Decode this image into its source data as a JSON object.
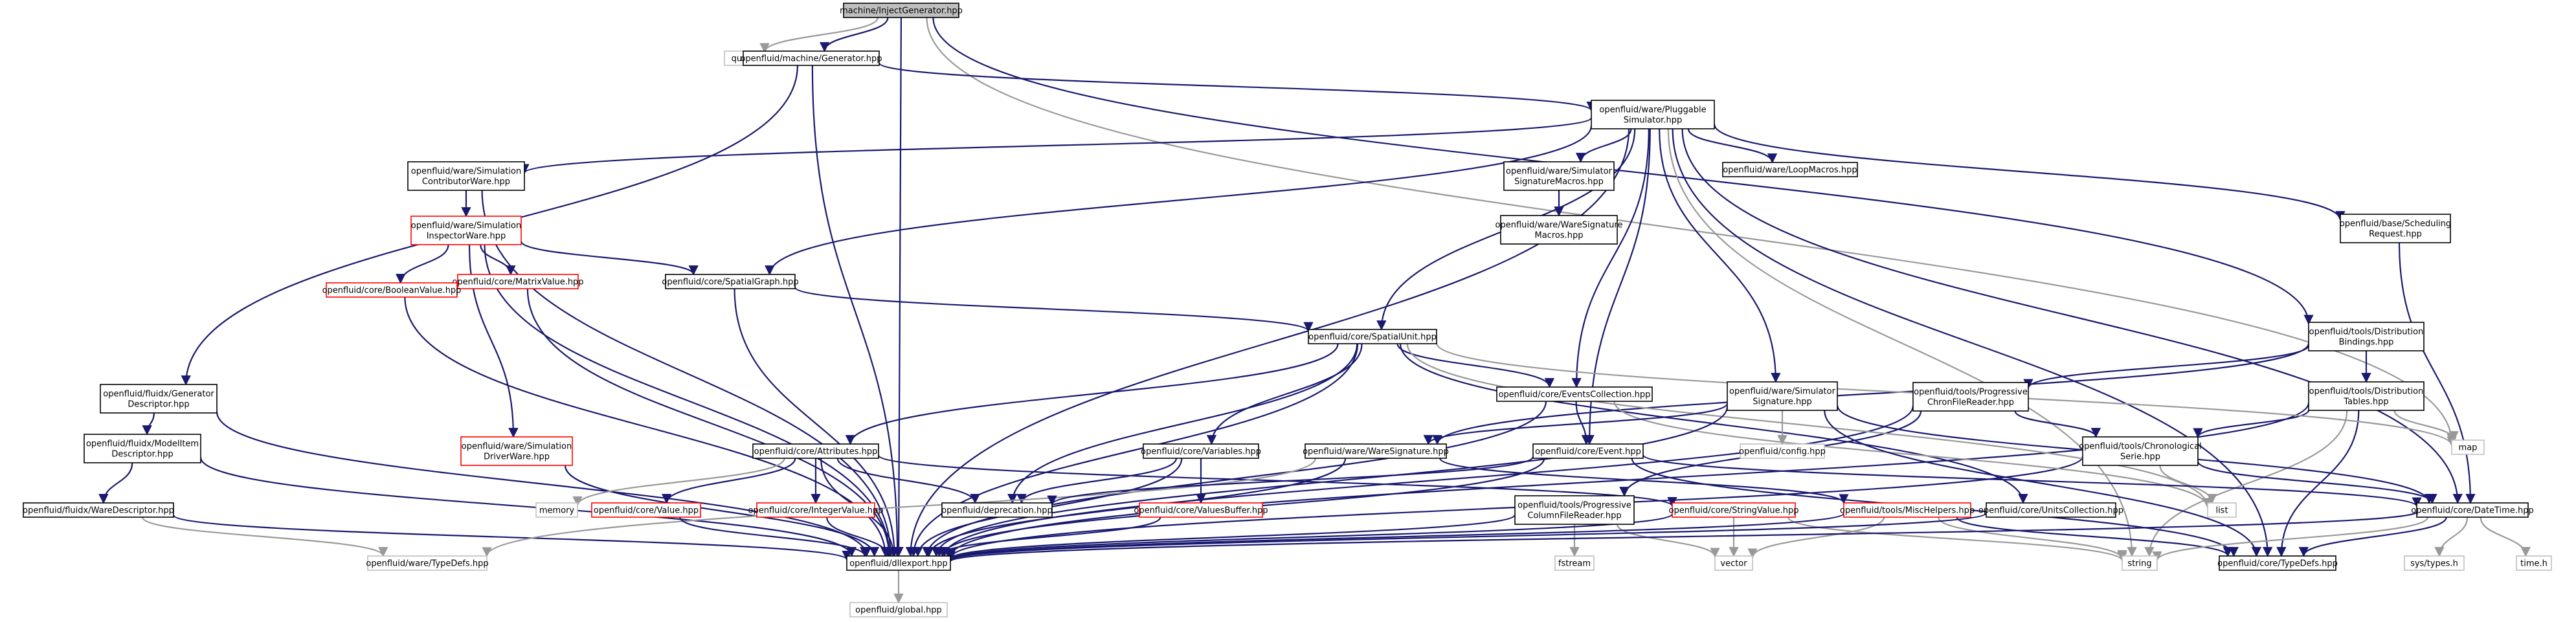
{
  "graph": {
    "colors": {
      "edge": "#191970",
      "edge_gray": "#999999",
      "node_border": "#000000",
      "node_red": "#ff0000",
      "node_gray": "#bfbfbf",
      "root_fill": "#bfbfbf"
    },
    "nodes": [
      {
        "id": "root",
        "kind": "root",
        "lines": [
          "machine/InjectGenerator.hpp"
        ]
      },
      {
        "id": "queue",
        "kind": "gray",
        "lines": [
          "queue"
        ]
      },
      {
        "id": "gen",
        "kind": "normal",
        "lines": [
          "openfluid/machine/Generator.hpp"
        ]
      },
      {
        "id": "plug",
        "kind": "normal",
        "lines": [
          "openfluid/ware/Pluggable",
          "Simulator.hpp"
        ]
      },
      {
        "id": "gendesc",
        "kind": "normal",
        "lines": [
          "openfluid/fluidx/Generator",
          "Descriptor.hpp"
        ]
      },
      {
        "id": "modelitem",
        "kind": "normal",
        "lines": [
          "openfluid/fluidx/ModelItem",
          "Descriptor.hpp"
        ]
      },
      {
        "id": "waredesc",
        "kind": "normal",
        "lines": [
          "openfluid/fluidx/WareDescriptor.hpp"
        ]
      },
      {
        "id": "contrib",
        "kind": "normal",
        "lines": [
          "openfluid/ware/Simulation",
          "ContributorWare.hpp"
        ]
      },
      {
        "id": "inspector",
        "kind": "red",
        "lines": [
          "openfluid/ware/Simulation",
          "InspectorWare.hpp"
        ]
      },
      {
        "id": "matrix",
        "kind": "red",
        "lines": [
          "openfluid/core/MatrixValue.hpp"
        ]
      },
      {
        "id": "boolean",
        "kind": "red",
        "lines": [
          "openfluid/core/BooleanValue.hpp"
        ]
      },
      {
        "id": "driver",
        "kind": "red",
        "lines": [
          "openfluid/ware/Simulation",
          "DriverWare.hpp"
        ]
      },
      {
        "id": "spatialgraph",
        "kind": "normal",
        "lines": [
          "openfluid/core/SpatialGraph.hpp"
        ]
      },
      {
        "id": "sigmacros",
        "kind": "normal",
        "lines": [
          "openfluid/ware/Simulator",
          "SignatureMacros.hpp"
        ]
      },
      {
        "id": "waresigmacros",
        "kind": "normal",
        "lines": [
          "openfluid/ware/WareSignature",
          "Macros.hpp"
        ]
      },
      {
        "id": "loopmacros",
        "kind": "normal",
        "lines": [
          "openfluid/ware/LoopMacros.hpp"
        ]
      },
      {
        "id": "schedreq",
        "kind": "normal",
        "lines": [
          "openfluid/base/Scheduling",
          "Request.hpp"
        ]
      },
      {
        "id": "distbind",
        "kind": "normal",
        "lines": [
          "openfluid/tools/Distribution",
          "Bindings.hpp"
        ]
      },
      {
        "id": "disttables",
        "kind": "normal",
        "lines": [
          "openfluid/tools/Distribution",
          "Tables.hpp"
        ]
      },
      {
        "id": "progchron",
        "kind": "normal",
        "lines": [
          "openfluid/tools/Progressive",
          "ChronFileReader.hpp"
        ]
      },
      {
        "id": "chronoser",
        "kind": "normal",
        "lines": [
          "openfluid/tools/Chronological",
          "Serie.hpp"
        ]
      },
      {
        "id": "map",
        "kind": "gray",
        "lines": [
          "map"
        ]
      },
      {
        "id": "spatialunit",
        "kind": "normal",
        "lines": [
          "openfluid/core/SpatialUnit.hpp"
        ]
      },
      {
        "id": "eventscoll",
        "kind": "normal",
        "lines": [
          "openfluid/core/EventsCollection.hpp"
        ]
      },
      {
        "id": "simsig",
        "kind": "normal",
        "lines": [
          "openfluid/ware/Simulator",
          "Signature.hpp"
        ]
      },
      {
        "id": "attributes",
        "kind": "normal",
        "lines": [
          "openfluid/core/Attributes.hpp"
        ]
      },
      {
        "id": "variables",
        "kind": "normal",
        "lines": [
          "openfluid/core/Variables.hpp"
        ]
      },
      {
        "id": "waresig",
        "kind": "normal",
        "lines": [
          "openfluid/ware/WareSignature.hpp"
        ]
      },
      {
        "id": "event",
        "kind": "normal",
        "lines": [
          "openfluid/core/Event.hpp"
        ]
      },
      {
        "id": "config",
        "kind": "gray",
        "lines": [
          "openfluid/config.hpp"
        ]
      },
      {
        "id": "memory",
        "kind": "gray",
        "lines": [
          "memory"
        ]
      },
      {
        "id": "value",
        "kind": "red",
        "lines": [
          "openfluid/core/Value.hpp"
        ]
      },
      {
        "id": "integer",
        "kind": "red",
        "lines": [
          "openfluid/core/IntegerValue.hpp"
        ]
      },
      {
        "id": "valuesbuf",
        "kind": "red",
        "lines": [
          "openfluid/core/ValuesBuffer.hpp"
        ]
      },
      {
        "id": "deprecation",
        "kind": "normal",
        "lines": [
          "openfluid/deprecation.hpp"
        ]
      },
      {
        "id": "progcol",
        "kind": "normal",
        "lines": [
          "openfluid/tools/Progressive",
          "ColumnFileReader.hpp"
        ]
      },
      {
        "id": "stringval",
        "kind": "red",
        "lines": [
          "openfluid/core/StringValue.hpp"
        ]
      },
      {
        "id": "mischelp",
        "kind": "red",
        "lines": [
          "openfluid/tools/MiscHelpers.hpp"
        ]
      },
      {
        "id": "unitscoll",
        "kind": "normal",
        "lines": [
          "openfluid/core/UnitsCollection.hpp"
        ]
      },
      {
        "id": "list",
        "kind": "gray",
        "lines": [
          "list"
        ]
      },
      {
        "id": "datetime",
        "kind": "normal",
        "lines": [
          "openfluid/core/DateTime.hpp"
        ]
      },
      {
        "id": "waretypedefs",
        "kind": "gray",
        "lines": [
          "openfluid/ware/TypeDefs.hpp"
        ]
      },
      {
        "id": "dllexport",
        "kind": "normal",
        "lines": [
          "openfluid/dllexport.hpp"
        ]
      },
      {
        "id": "fstream",
        "kind": "gray",
        "lines": [
          "fstream"
        ]
      },
      {
        "id": "vector",
        "kind": "gray",
        "lines": [
          "vector"
        ]
      },
      {
        "id": "string",
        "kind": "gray",
        "lines": [
          "string"
        ]
      },
      {
        "id": "coretypedefs",
        "kind": "normal",
        "lines": [
          "openfluid/core/TypeDefs.hpp"
        ]
      },
      {
        "id": "systypes",
        "kind": "gray",
        "lines": [
          "sys/types.h"
        ]
      },
      {
        "id": "timeh",
        "kind": "gray",
        "lines": [
          "time.h"
        ]
      },
      {
        "id": "global",
        "kind": "gray",
        "lines": [
          "openfluid/global.hpp"
        ]
      }
    ],
    "edges": [
      [
        "root",
        "queue"
      ],
      [
        "root",
        "gen"
      ],
      [
        "root",
        "dllexport"
      ],
      [
        "root",
        "map"
      ],
      [
        "root",
        "distbind"
      ],
      [
        "gen",
        "plug"
      ],
      [
        "gen",
        "gendesc"
      ],
      [
        "gen",
        "dllexport"
      ],
      [
        "gendesc",
        "modelitem"
      ],
      [
        "gendesc",
        "dllexport"
      ],
      [
        "modelitem",
        "waredesc"
      ],
      [
        "modelitem",
        "dllexport"
      ],
      [
        "waredesc",
        "waretypedefs"
      ],
      [
        "waredesc",
        "dllexport"
      ],
      [
        "plug",
        "contrib"
      ],
      [
        "plug",
        "sigmacros"
      ],
      [
        "plug",
        "loopmacros"
      ],
      [
        "plug",
        "schedreq"
      ],
      [
        "plug",
        "spatialgraph"
      ],
      [
        "plug",
        "spatialunit"
      ],
      [
        "plug",
        "eventscoll"
      ],
      [
        "plug",
        "simsig"
      ],
      [
        "plug",
        "event"
      ],
      [
        "plug",
        "string"
      ],
      [
        "plug",
        "dllexport"
      ],
      [
        "plug",
        "coretypedefs"
      ],
      [
        "plug",
        "datetime"
      ],
      [
        "contrib",
        "inspector"
      ],
      [
        "contrib",
        "dllexport"
      ],
      [
        "inspector",
        "matrix"
      ],
      [
        "inspector",
        "boolean"
      ],
      [
        "inspector",
        "driver"
      ],
      [
        "inspector",
        "spatialgraph"
      ],
      [
        "inspector",
        "dllexport"
      ],
      [
        "matrix",
        "dllexport"
      ],
      [
        "boolean",
        "dllexport"
      ],
      [
        "driver",
        "dllexport"
      ],
      [
        "sigmacros",
        "waresigmacros"
      ],
      [
        "schedreq",
        "datetime"
      ],
      [
        "distbind",
        "disttables"
      ],
      [
        "distbind",
        "progchron"
      ],
      [
        "distbind",
        "waresig"
      ],
      [
        "disttables",
        "chronoser"
      ],
      [
        "disttables",
        "map"
      ],
      [
        "disttables",
        "coretypedefs"
      ],
      [
        "disttables",
        "string"
      ],
      [
        "disttables",
        "dllexport"
      ],
      [
        "progchron",
        "chronoser"
      ],
      [
        "progchron",
        "progcol"
      ],
      [
        "progchron",
        "dllexport"
      ],
      [
        "chronoser",
        "list"
      ],
      [
        "chronoser",
        "datetime"
      ],
      [
        "chronoser",
        "dllexport"
      ],
      [
        "spatialgraph",
        "spatialunit"
      ],
      [
        "spatialgraph",
        "dllexport"
      ],
      [
        "spatialunit",
        "eventscoll"
      ],
      [
        "spatialunit",
        "attributes"
      ],
      [
        "spatialunit",
        "variables"
      ],
      [
        "spatialunit",
        "unitscoll"
      ],
      [
        "spatialunit",
        "map"
      ],
      [
        "spatialunit",
        "deprecation"
      ],
      [
        "spatialunit",
        "dllexport"
      ],
      [
        "spatialunit",
        "list"
      ],
      [
        "eventscoll",
        "event"
      ],
      [
        "eventscoll",
        "dllexport"
      ],
      [
        "eventscoll",
        "list"
      ],
      [
        "simsig",
        "waresig"
      ],
      [
        "simsig",
        "config"
      ],
      [
        "simsig",
        "datetime"
      ],
      [
        "simsig",
        "dllexport"
      ],
      [
        "simsig",
        "coretypedefs"
      ],
      [
        "attributes",
        "memory"
      ],
      [
        "attributes",
        "value"
      ],
      [
        "attributes",
        "integer"
      ],
      [
        "attributes",
        "stringval"
      ],
      [
        "attributes",
        "dllexport"
      ],
      [
        "attributes",
        "deprecation"
      ],
      [
        "variables",
        "valuesbuf"
      ],
      [
        "variables",
        "dllexport"
      ],
      [
        "variables",
        "deprecation"
      ],
      [
        "waresig",
        "waretypedefs"
      ],
      [
        "waresig",
        "dllexport"
      ],
      [
        "waresig",
        "mischelp"
      ],
      [
        "event",
        "datetime"
      ],
      [
        "event",
        "deprecation"
      ],
      [
        "event",
        "dllexport"
      ],
      [
        "event",
        "coretypedefs"
      ],
      [
        "value",
        "dllexport"
      ],
      [
        "integer",
        "dllexport"
      ],
      [
        "valuesbuf",
        "dllexport"
      ],
      [
        "progcol",
        "fstream"
      ],
      [
        "progcol",
        "vector"
      ],
      [
        "progcol",
        "dllexport"
      ],
      [
        "stringval",
        "string"
      ],
      [
        "stringval",
        "vector"
      ],
      [
        "stringval",
        "dllexport"
      ],
      [
        "mischelp",
        "string"
      ],
      [
        "mischelp",
        "vector"
      ],
      [
        "mischelp",
        "dllexport"
      ],
      [
        "mischelp",
        "coretypedefs"
      ],
      [
        "unitscoll",
        "dllexport"
      ],
      [
        "datetime",
        "dllexport"
      ],
      [
        "datetime",
        "string"
      ],
      [
        "datetime",
        "coretypedefs"
      ],
      [
        "datetime",
        "systypes"
      ],
      [
        "datetime",
        "timeh"
      ],
      [
        "dllexport",
        "global"
      ]
    ]
  }
}
